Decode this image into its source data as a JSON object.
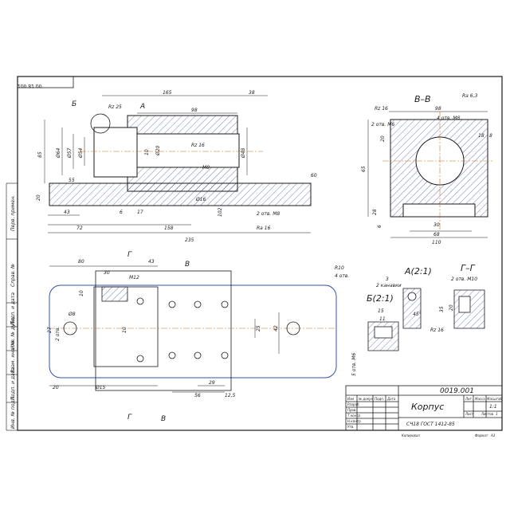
{
  "title_block": {
    "doc_code": "0019.001",
    "part_name": "Корпус",
    "material": "СЧ18  ГОСТ 1412-85",
    "scale": "1:1",
    "col_lit": "Лит.",
    "col_mass": "Масса",
    "col_scale": "Масштаб",
    "col_sheet": "Лист",
    "col_sheets": "Листов",
    "sheets_value": "1",
    "copied": "Копировал",
    "format": "Формат",
    "format_value": "А3",
    "rows": [
      "Изм",
      "Разраб.",
      "Пров.",
      "Т.контр.",
      "Н.контр.",
      "Утв."
    ],
    "row_cols": [
      "№ докум.",
      "Подп.",
      "Дата"
    ]
  },
  "stamp_code": "100 81 00",
  "side_strip": [
    "Перв. примен.",
    "Справ. №",
    "Подп. и дата",
    "Инв. № дубл.",
    "Взам. инв. №",
    "Подп. и дата",
    "Инв. № подл."
  ],
  "main_view": {
    "dim_165": "165",
    "dim_98": "98",
    "dim_38": "38",
    "dim_d85": "85",
    "dim_d64": "Ø64",
    "dim_d57": "Ø57",
    "dim_d54": "Ø54",
    "dim_d48": "Ø48",
    "dim_d20": "Ø20",
    "dim_10": "10",
    "dim_20": "20",
    "dim_55": "55",
    "dim_43": "43",
    "dim_6": "6",
    "dim_17": "17",
    "dim_72": "72",
    "dim_158": "158",
    "dim_235": "235",
    "dim_60": "60",
    "dim_d16": "Ø16",
    "dim_102": "102",
    "dim_m8": "М8",
    "holes": "2 отв. М8",
    "rz16": "Rz 16",
    "rz25": "Rz 25",
    "ra16": "Ra 16",
    "mark_A": "А",
    "mark_B": "Б"
  },
  "section_view": {
    "title": "В–В",
    "roughness": "Ra 6,3",
    "holes": "4 отв. М8",
    "dim_98": "98",
    "dim_18": "18",
    "dim_20": "20",
    "dim_8": "8",
    "dim_65": "65",
    "dim_30": "30",
    "dim_68": "68",
    "dim_110": "110",
    "dim_28": "28",
    "dim_6": "6",
    "rz16": "Rz 16",
    "holes2": "2 отв. М6"
  },
  "plan_view": {
    "dim_80": "80",
    "dim_43": "43",
    "dim_30": "30",
    "dim_m12": "М12",
    "dim_r10": "R10",
    "note_r": "4 отв.",
    "dim_27": "27",
    "dim_ctr": "2 отв.",
    "dim_d8": "Ø8",
    "dim_20": "20",
    "dim_d15": "Ø15",
    "dim_25": "25",
    "dim_42": "42",
    "dim_10": "10",
    "dim_29": "29",
    "dim_56": "56",
    "dim_125": "12,5",
    "dim_10b": "10",
    "cut_G": "Г",
    "cut_V": "В"
  },
  "detail_A": {
    "title": "А(2:1)",
    "l1": "3",
    "l2": "2 канавки",
    "l3": "45°",
    "rz": "Rz 16"
  },
  "detail_B": {
    "title": "Б(2:1)",
    "l1": "15",
    "l2": "11",
    "l3": "5 отв. М6"
  },
  "detail_G": {
    "title": "Г–Г",
    "holes": "2 отв. М10",
    "l1": "20",
    "l2": "35"
  }
}
